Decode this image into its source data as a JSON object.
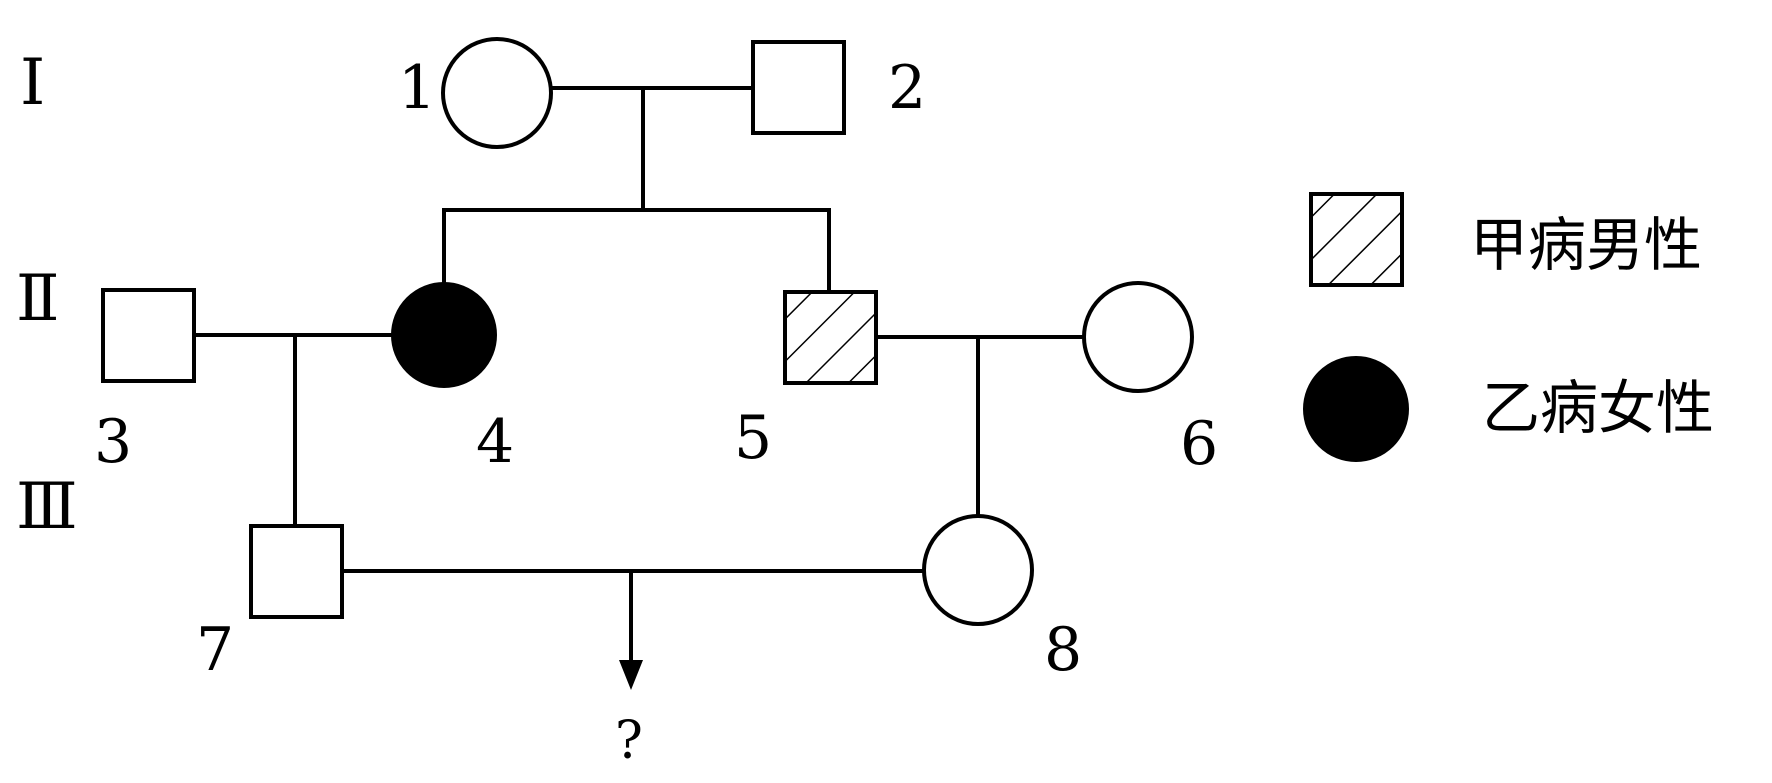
{
  "generations": [
    "Ⅰ",
    "Ⅱ",
    "Ⅲ"
  ],
  "individuals": {
    "i1": "1",
    "i2": "2",
    "i3": "3",
    "i4": "4",
    "i5": "5",
    "i6": "6",
    "i7": "7",
    "i8": "8"
  },
  "offspring_unknown": "?",
  "legend": {
    "disease_a_male": "甲病男性",
    "disease_b_female": "乙病女性"
  },
  "colors": {
    "line": "#000000",
    "fill_affected_b": "#000000",
    "background": "#ffffff"
  }
}
